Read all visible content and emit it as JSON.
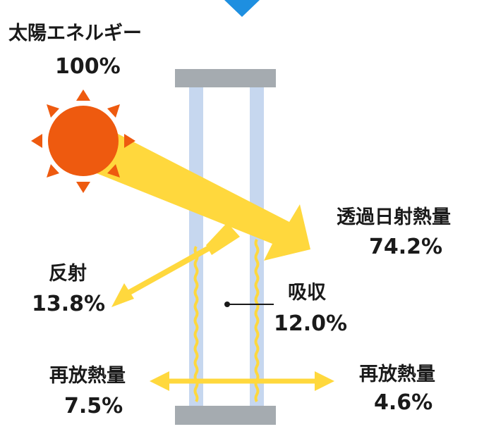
{
  "diagram": {
    "solar_energy": {
      "name": "太陽エネルギー",
      "value": "100%"
    },
    "transmitted": {
      "name": "透過日射熱量",
      "value": "74.2%"
    },
    "reflected": {
      "name": "反射",
      "value": "13.8%"
    },
    "absorbed": {
      "name": "吸収",
      "value": "12.0%"
    },
    "reradiated_inside": {
      "name": "再放熱量",
      "value": "4.6%"
    },
    "reradiated_outside": {
      "name": "再放熱量",
      "value": "7.5%"
    }
  },
  "colors": {
    "sun": "#ee5a0f",
    "sun_rays": "#ee5a0f",
    "energy_arrow": "#ffd83d",
    "glass": "#c6d7ef",
    "frame": "#a5abb0",
    "top_marker": "#1e8fe0",
    "text": "#1a1a1a"
  }
}
